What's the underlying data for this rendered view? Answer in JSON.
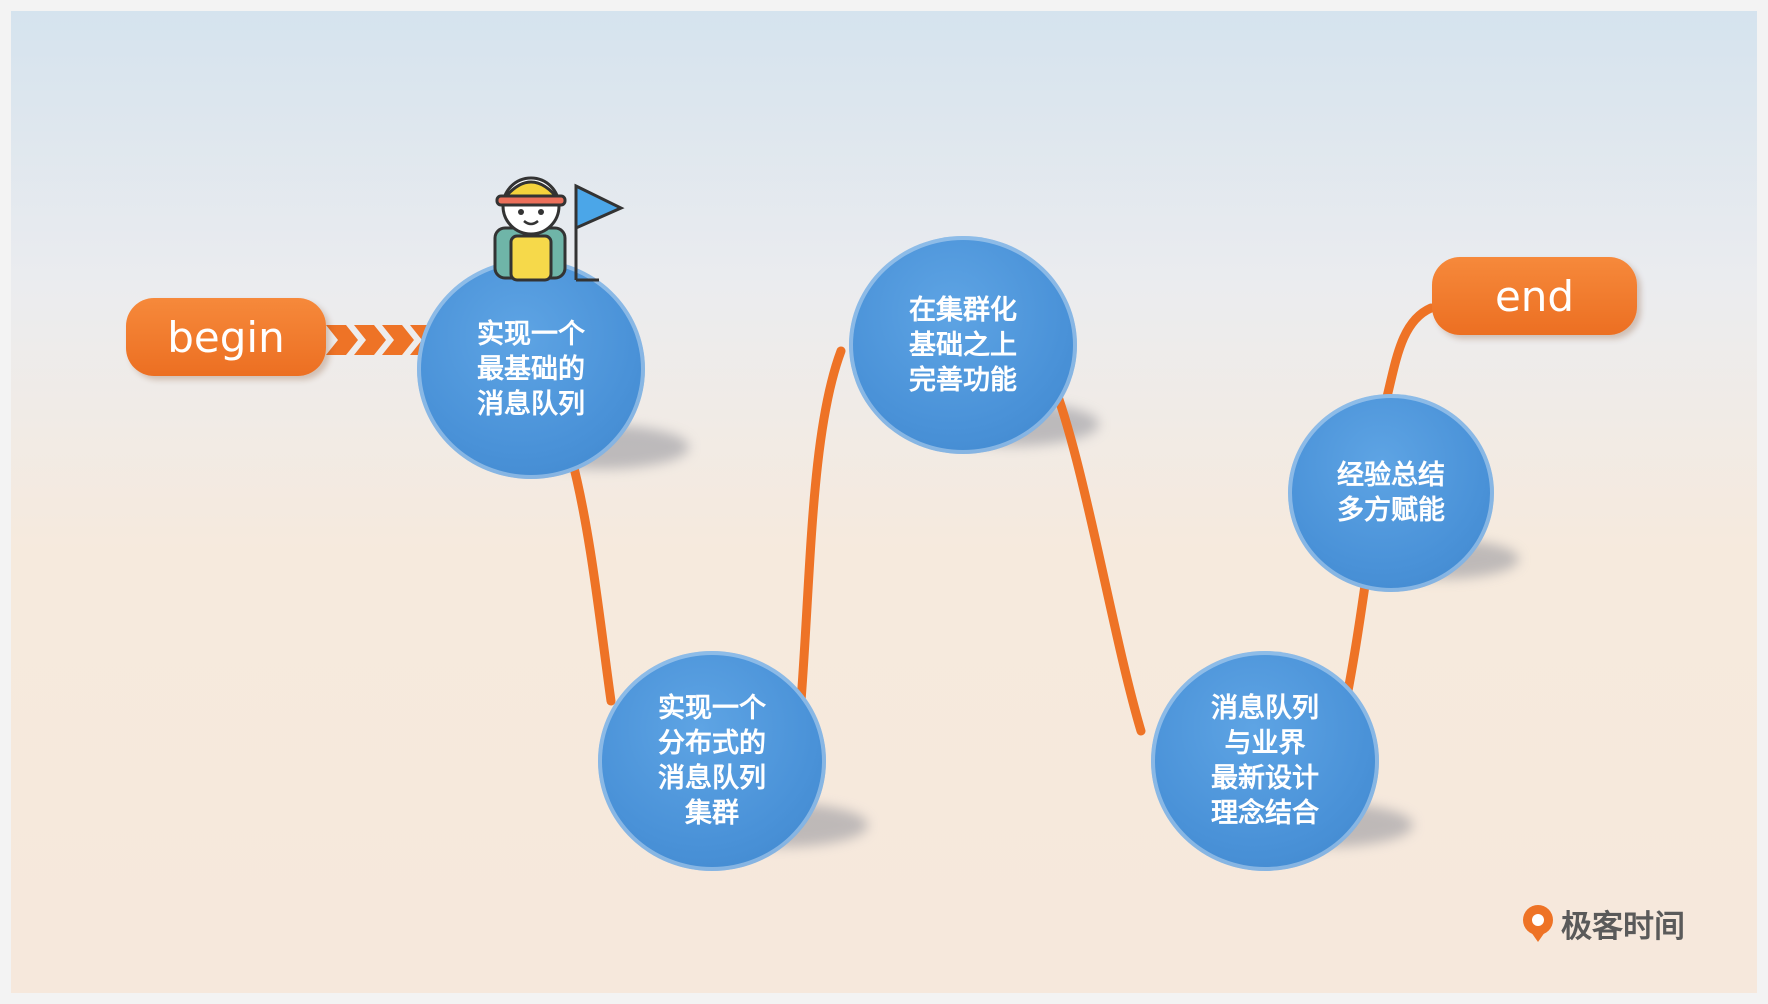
{
  "start_label": "begin",
  "end_label": "end",
  "steps": [
    "实现一个\n最基础的\n消息队列",
    "实现一个\n分布式的\n消息队列\n集群",
    "在集群化\n基础之上\n完善功能",
    "消息队列\n与业界\n最新设计\n理念结合",
    "经验总结\n多方赋能"
  ],
  "brand": "极客时间",
  "colors": {
    "node": "#4a92d8",
    "accent": "#ee7326",
    "shadow": "#9a9aa0"
  },
  "icons": {
    "mascot": "hiker-with-flag-icon",
    "brand": "geektime-logo-icon"
  }
}
